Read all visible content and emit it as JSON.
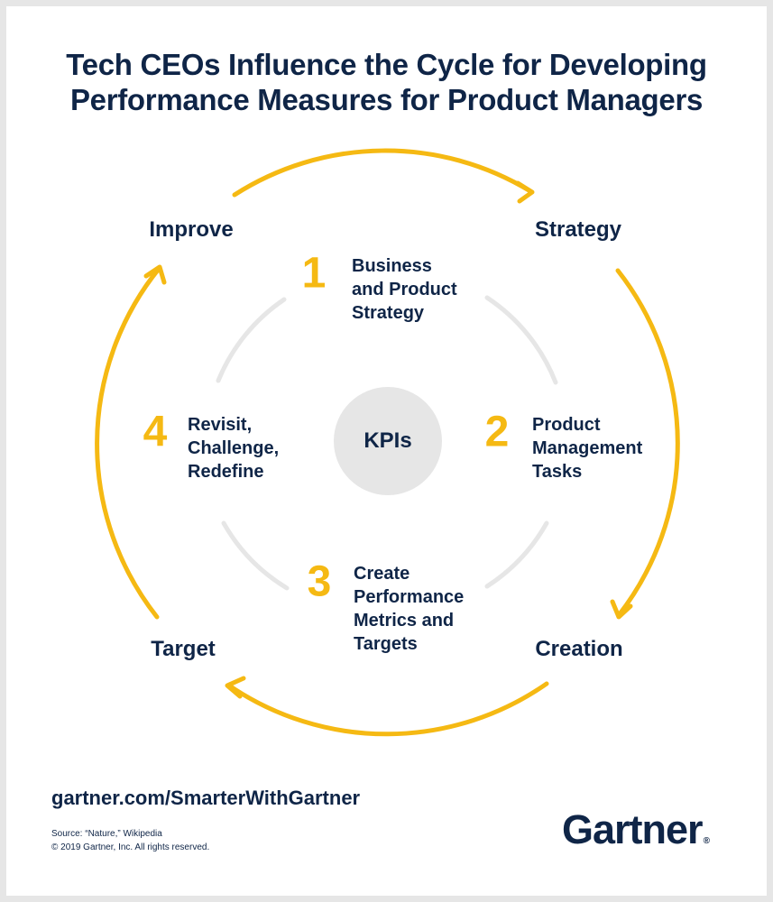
{
  "title": {
    "line1": "Tech CEOs Influence the Cycle for Developing",
    "line2": "Performance Measures for Product Managers"
  },
  "phases": {
    "improve": "Improve",
    "strategy": "Strategy",
    "creation": "Creation",
    "target": "Target"
  },
  "steps": [
    {
      "number": "1",
      "lines": [
        "Business",
        "and Product",
        "Strategy"
      ]
    },
    {
      "number": "2",
      "lines": [
        "Product",
        "Management",
        "Tasks"
      ]
    },
    {
      "number": "3",
      "lines": [
        "Create",
        "Performance",
        "Metrics and",
        "Targets"
      ]
    },
    {
      "number": "4",
      "lines": [
        "Revisit,",
        "Challenge,",
        "Redefine"
      ]
    }
  ],
  "center": "KPIs",
  "footer": {
    "url": "gartner.com/SmarterWithGartner",
    "source": "Source: “Nature,” Wikipedia",
    "copyright": "© 2019 Gartner, Inc. All rights reserved.",
    "logo": "Gartner",
    "logo_mark": "®"
  },
  "colors": {
    "navy": "#0f2547",
    "gold": "#f5b913",
    "gray": "#e6e6e6"
  }
}
